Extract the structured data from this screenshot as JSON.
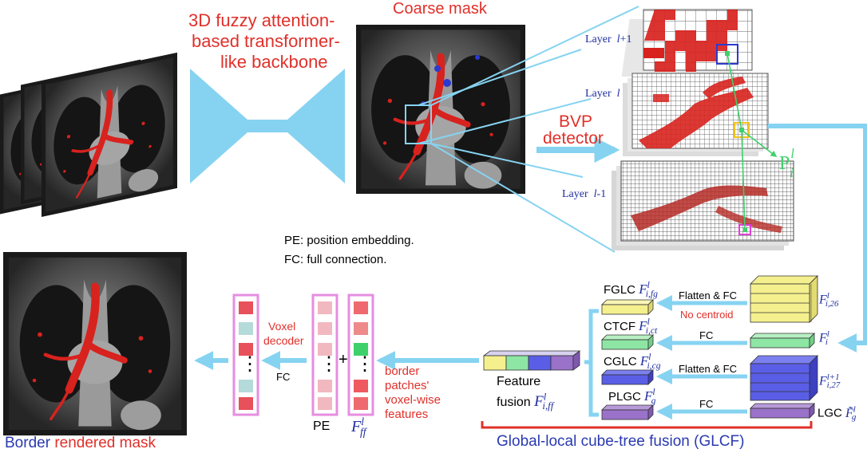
{
  "backbone": {
    "line1": "3D fuzzy attention-",
    "line2": "based transformer-",
    "line3": "like backbone"
  },
  "coarse_mask": "Coarse mask",
  "bvp": {
    "line1": "BVP",
    "line2": "detector"
  },
  "layers": {
    "upper": "Layer",
    "upper_sym": "l",
    "upper_suffix": "+1",
    "middle": "Layer",
    "middle_sym": "l",
    "lower": "Layer",
    "lower_sym": "l",
    "lower_suffix": "-1"
  },
  "patch_label": {
    "base": "P",
    "sub": "i",
    "sup": "l"
  },
  "legend": {
    "pe": "PE: position embedding.",
    "fc": "FC: full connection."
  },
  "glcf": {
    "fglc": {
      "name": "FGLC",
      "F": "F",
      "sup": "l",
      "sub": "i,fg"
    },
    "ctcf": {
      "name": "CTCF",
      "F": "F",
      "sup": "l",
      "sub": "i,ct"
    },
    "cglc": {
      "name": "CGLC",
      "F": "F",
      "sup": "l",
      "sub": "i,cg"
    },
    "plgc": {
      "name": "PLGC",
      "F": "F",
      "sup": "l",
      "sub": "g"
    },
    "lgc": {
      "name": "LGC",
      "F": "F̃",
      "sup": "l",
      "sub": "g"
    },
    "input26": {
      "F": "F",
      "sup": "l",
      "sub": "i,26"
    },
    "input_i": {
      "F": "F",
      "sup": "l",
      "sub": "i"
    },
    "input27": {
      "F": "F",
      "sup": "l+1",
      "sub": "i,27"
    },
    "op_flatten1": "Flatten & FC",
    "no_centroid": "No centroid",
    "op_fc1": "FC",
    "op_flatten2": "Flatten & FC",
    "op_fc2": "FC",
    "title": "Global-local cube-tree fusion (GLCF)"
  },
  "fusion": {
    "line1": "Feature",
    "line2": "fusion",
    "F": "F",
    "sup": "l",
    "sub": "i,ff"
  },
  "border_features": {
    "line1": "border",
    "line2": "patches'",
    "line3": "voxel-wise",
    "line4": "features"
  },
  "vectors": {
    "pe_label": "PE",
    "ff": {
      "F": "F",
      "sup": "l",
      "sub": "ff"
    },
    "plus": "+",
    "fc_label": "FC",
    "decoder_line1": "Voxel",
    "decoder_line2": "decoder",
    "dots": "⋮"
  },
  "output": {
    "border": "Border",
    "rendered": "rendered mask"
  },
  "colors": {
    "accent_red": "#e0302a",
    "accent_blue": "#2a3ab0",
    "arrow_blue": "#86d3f1",
    "vector_border": "#e68ee0",
    "vessel_red": "#d8221e",
    "cube_yellow": "#f5f08e",
    "cube_green": "#8ee6a4",
    "cube_blue": "#5a5ee6",
    "cube_purple": "#9a72c9",
    "patch_green": "#62d986"
  },
  "icons": {
    "vector_dots": "vertical-ellipsis-icon",
    "backbone_shape": "hourglass-icon"
  }
}
